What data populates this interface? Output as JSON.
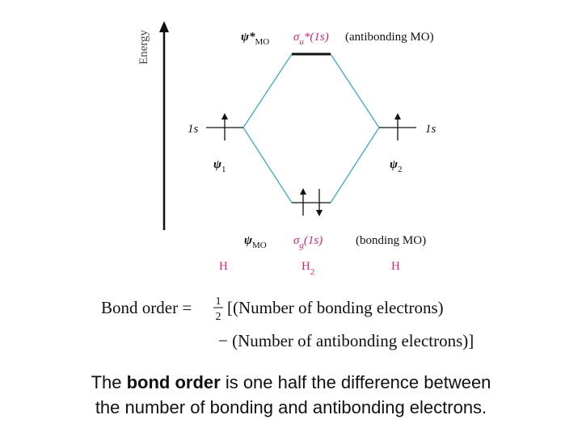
{
  "axis": {
    "label": "Energy"
  },
  "antibonding": {
    "psi": "ψ*",
    "psi_sub": "MO",
    "sigma": "σ",
    "sigma_sub": "u",
    "sigma_rest": "*(1s)",
    "desc": "(antibonding MO)"
  },
  "bonding": {
    "psi": "ψ",
    "psi_sub": "MO",
    "sigma": "σ",
    "sigma_sub": "g",
    "sigma_rest": "(1s)",
    "desc": "(bonding MO)"
  },
  "atom_left": {
    "orbital": "1s",
    "psi": "ψ",
    "psi_sub": "1",
    "label": "H"
  },
  "atom_right": {
    "orbital": "1s",
    "psi": "ψ",
    "psi_sub": "2",
    "label": "H"
  },
  "molecule": {
    "label": "H",
    "sub": "2"
  },
  "bond_order": {
    "lhs": "Bond order =",
    "frac_num": "1",
    "frac_den": "2",
    "line1": "[(Number of bonding electrons)",
    "line2": "− (Number of antibonding electrons)]"
  },
  "caption": {
    "pre": "The ",
    "bold": "bond order",
    "mid": " is one half the difference between",
    "line2": "the number of bonding and antibonding electrons."
  },
  "colors": {
    "connector": "#3aa8d8",
    "accent": "#d4257a",
    "level": "#111111"
  }
}
